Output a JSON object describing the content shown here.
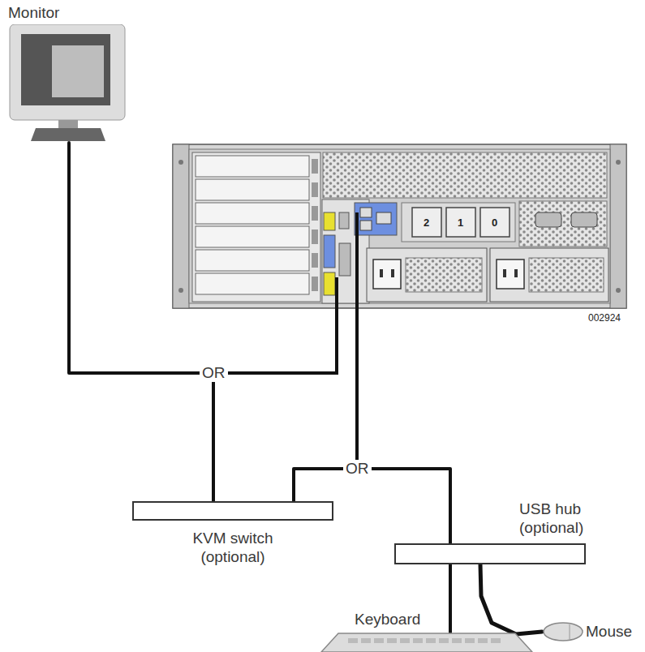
{
  "diagram": {
    "nodes": [
      {
        "text": [
          "Monitor"
        ]
      },
      {
        "text": [
          "KVM switch (optional)"
        ]
      },
      {
        "text": [
          "USB hub (optional)"
        ]
      },
      {
        "text": [
          "Keyboard"
        ]
      },
      {
        "text": [
          "Mouse"
        ]
      }
    ],
    "edges": [
      {
        "from": 0,
        "to": 1,
        "label": "OR",
        "arrow": "none"
      },
      {
        "from": 1,
        "to": 2,
        "label": "OR",
        "arrow": "none"
      },
      {
        "from": 2,
        "to": 3,
        "arrow": "none"
      },
      {
        "from": 2,
        "to": 4,
        "arrow": "none"
      }
    ],
    "labels": [
      "2",
      "1",
      "0",
      "002924"
    ]
  }
}
